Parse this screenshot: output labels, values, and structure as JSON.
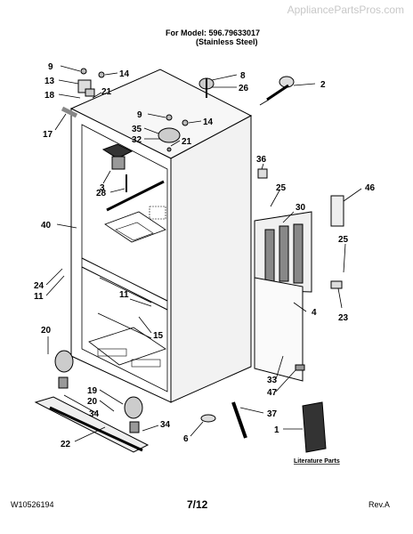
{
  "header": {
    "watermark": "AppliancePartsPros.com",
    "model_line": "For Model: 596.79633017",
    "model_sub": "(Stainless Steel)"
  },
  "footer": {
    "doc_number": "W10526194",
    "page": "7/12",
    "revision": "Rev.A"
  },
  "diagram": {
    "literature_label": "Literature Parts",
    "callouts": {
      "c9a": "9",
      "c14a": "14",
      "c13": "13",
      "c18": "18",
      "c21a": "21",
      "c17": "17",
      "c8": "8",
      "c26": "26",
      "c2": "2",
      "c9b": "9",
      "c14b": "14",
      "c35": "35",
      "c32": "32",
      "c21b": "21",
      "c3": "3",
      "c28": "28",
      "c36": "36",
      "c25a": "25",
      "c30": "30",
      "c46": "46",
      "c40": "40",
      "c25b": "25",
      "c24": "24",
      "c11a": "11",
      "c11b": "11",
      "c23": "23",
      "c4": "4",
      "c15": "15",
      "c20a": "20",
      "c33": "33",
      "c47": "47",
      "c19": "19",
      "c20b": "20",
      "c34a": "34",
      "c34b": "34",
      "c37": "37",
      "c22": "22",
      "c6": "6",
      "c1": "1"
    }
  }
}
